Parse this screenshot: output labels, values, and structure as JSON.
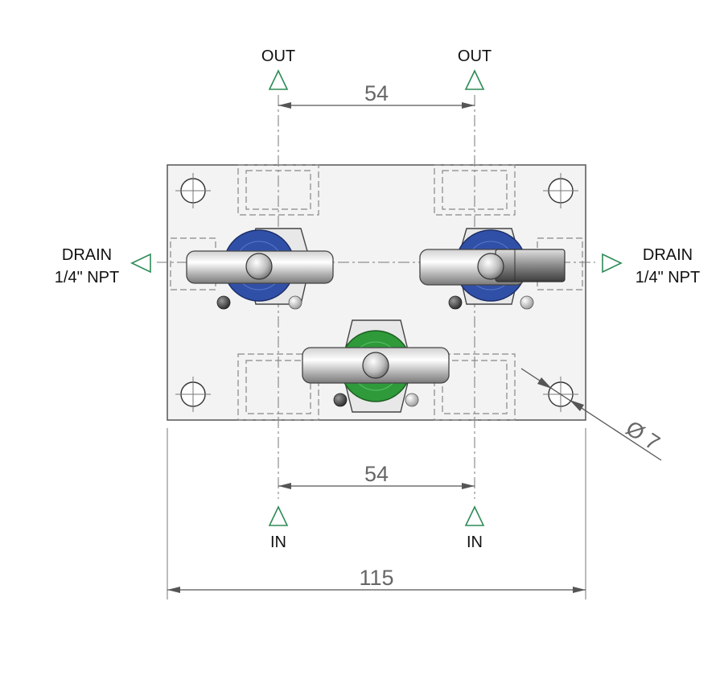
{
  "ports": {
    "out_left": "OUT",
    "out_right": "OUT",
    "in_left": "IN",
    "in_right": "IN"
  },
  "drains": {
    "left_line1": "DRAIN",
    "left_line2": "1/4\" NPT",
    "right_line1": "DRAIN",
    "right_line2": "1/4\" NPT"
  },
  "dimensions": {
    "top_spacing": "54",
    "bottom_spacing": "54",
    "overall_width": "115",
    "hole_diameter": "Ø 7"
  },
  "colors": {
    "port_marker": "#2e8b57",
    "valve_block": "#3050a8",
    "equalizer_block": "#2e9a3a",
    "manifold_body": "#f3f3f3"
  }
}
